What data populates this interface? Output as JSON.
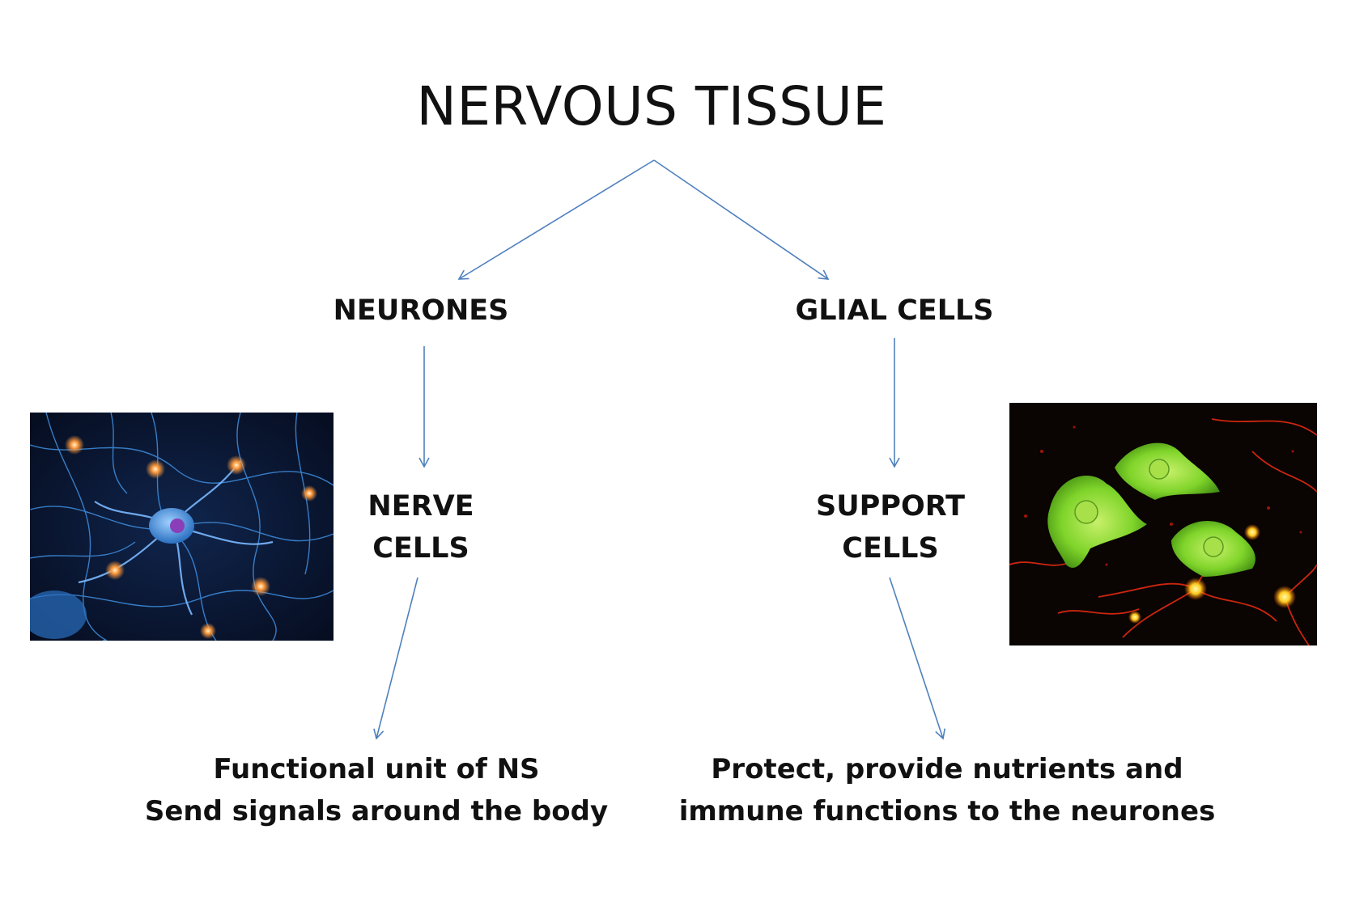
{
  "title": "NERVOUS TISSUE",
  "branches": [
    {
      "heading": "NEURONES",
      "subheading": [
        "NERVE",
        "CELLS"
      ],
      "description": [
        "Functional unit of NS",
        "Send signals around the body"
      ]
    },
    {
      "heading": "GLIAL CELLS",
      "subheading": [
        "SUPPORT",
        "CELLS"
      ],
      "description": [
        "Protect, provide nutrients and",
        "immune functions to the neurones"
      ]
    }
  ],
  "colors": {
    "arrow": "#4f81bd",
    "text": "#111111",
    "neuron_bg": "#07122a",
    "neuron_fiber": "#3f8fe0",
    "neuron_spark": "#ff9a3c",
    "glia_bg": "#0a0403",
    "glia_cell": "#7fd42a",
    "glia_process": "#e02a10"
  }
}
